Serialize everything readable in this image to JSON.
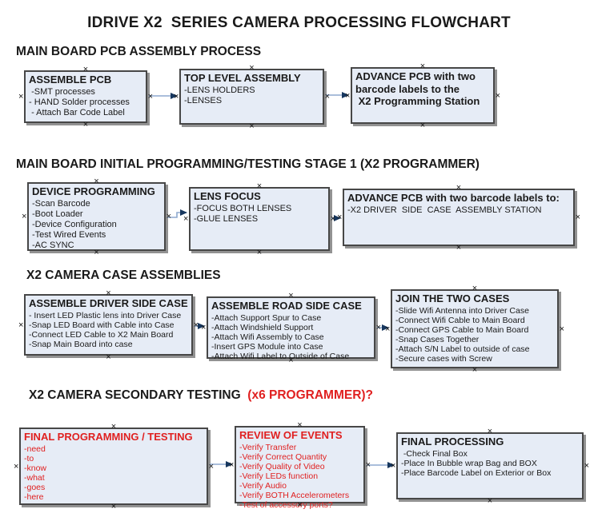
{
  "title": "IDRIVE X2  SERIES CAMERA PROCESSING FLOWCHART",
  "colors": {
    "box_fill": "#e6ecf6",
    "box_border": "#474747",
    "box_shadow": "#929292",
    "red_text": "#e02020",
    "black_text": "#1a1a1a",
    "connector_line": "#8ea9cf",
    "connector_arrowhead": "#17375e"
  },
  "sections": [
    {
      "heading": "MAIN BOARD PCB ASSEMBLY PROCESS",
      "boxes": [
        {
          "id": "assemble-pcb",
          "title": "ASSEMBLE PCB",
          "items": [
            " -SMT processes",
            "- HAND Solder processes",
            " - Attach Bar Code Label"
          ],
          "text_color": "black"
        },
        {
          "id": "top-level-assembly",
          "title": "TOP LEVEL ASSEMBLY",
          "items": [
            "-LENS HOLDERS",
            "-LENSES"
          ],
          "text_color": "black"
        },
        {
          "id": "advance-pcb-to-programming-station",
          "title": "ADVANCE PCB with two\nbarcode labels to the\n X2 Programming Station",
          "items": [],
          "text_color": "black"
        }
      ]
    },
    {
      "heading": "MAIN BOARD INITIAL PROGRAMMING/TESTING STAGE 1 (X2 PROGRAMMER)",
      "boxes": [
        {
          "id": "device-programming",
          "title": "DEVICE PROGRAMMING",
          "items": [
            "-Scan Barcode",
            "-Boot Loader",
            "-Device Configuration",
            "-Test Wired Events",
            "-AC SYNC"
          ],
          "text_color": "black"
        },
        {
          "id": "lens-focus",
          "title": "LENS FOCUS",
          "items": [
            "-FOCUS BOTH LENSES",
            "-GLUE LENSES"
          ],
          "text_color": "black"
        },
        {
          "id": "advance-pcb-to-driver-side-case",
          "title": "ADVANCE PCB with two barcode labels to:",
          "items": [
            "-X2 DRIVER  SIDE  CASE  ASSEMBLY STATION"
          ],
          "text_color": "black"
        }
      ]
    },
    {
      "heading": "X2 CAMERA CASE ASSEMBLIES",
      "boxes": [
        {
          "id": "assemble-driver-side-case",
          "title": "ASSEMBLE DRIVER SIDE CASE",
          "items": [
            "- Insert LED Plastic lens into Driver Case",
            "-Snap LED Board with Cable into Case",
            "-Connect LED Cable to X2 Main Board",
            "-Snap Main Board into case"
          ],
          "text_color": "black"
        },
        {
          "id": "assemble-road-side-case",
          "title": "ASSEMBLE ROAD SIDE CASE",
          "items": [
            "-Attach Support Spur to Case",
            "-Attach Windshield Support",
            "-Attach Wifi Assembly to Case",
            "-Insert GPS Module into Case",
            "-Attach Wifi Label to Outside of Case"
          ],
          "text_color": "black"
        },
        {
          "id": "join-the-two-cases",
          "title": "JOIN THE TWO CASES",
          "items": [
            "-Slide Wifi Antenna into Driver Case",
            "-Connect Wifi Cable to Main Board",
            "-Connect GPS Cable to Main Board",
            "-Snap Cases Together",
            "-Attach S/N Label to outside of case",
            "-Secure cases with Screw"
          ],
          "text_color": "black"
        }
      ]
    },
    {
      "heading": "X2 CAMERA SECONDARY TESTING",
      "heading_red": "  (x6 PROGRAMMER)?",
      "boxes": [
        {
          "id": "final-programming-testing",
          "title": "FINAL PROGRAMMING / TESTING",
          "items": [
            "-need",
            "-to",
            "-know",
            "-what",
            "-goes",
            "-here"
          ],
          "text_color": "red"
        },
        {
          "id": "review-of-events",
          "title": "REVIEW OF EVENTS",
          "items": [
            "-Verify Transfer",
            "-Verify Correct Quantity",
            "-Verify Quality of Video",
            "-Verify LEDs function",
            "-Verify Audio",
            "-Verify BOTH Accelerometers",
            "-Test of accessory ports?"
          ],
          "text_color": "red"
        },
        {
          "id": "final-processing",
          "title": "FINAL PROCESSING",
          "items": [
            " -Check Final Box",
            "-Place In Bubble wrap Bag and BOX",
            "-Place Barcode Label on Exterior or Box"
          ],
          "text_color": "black"
        }
      ]
    }
  ],
  "connectors": [
    {
      "from": "assemble-pcb",
      "to": "top-level-assembly"
    },
    {
      "from": "top-level-assembly",
      "to": "advance-pcb-to-programming-station"
    },
    {
      "from": "device-programming",
      "to": "lens-focus"
    },
    {
      "from": "lens-focus",
      "to": "advance-pcb-to-driver-side-case"
    },
    {
      "from": "assemble-driver-side-case",
      "to": "assemble-road-side-case"
    },
    {
      "from": "assemble-road-side-case",
      "to": "join-the-two-cases"
    },
    {
      "from": "final-programming-testing",
      "to": "review-of-events"
    },
    {
      "from": "review-of-events",
      "to": "final-processing"
    }
  ],
  "connection_point_glyph": "×"
}
